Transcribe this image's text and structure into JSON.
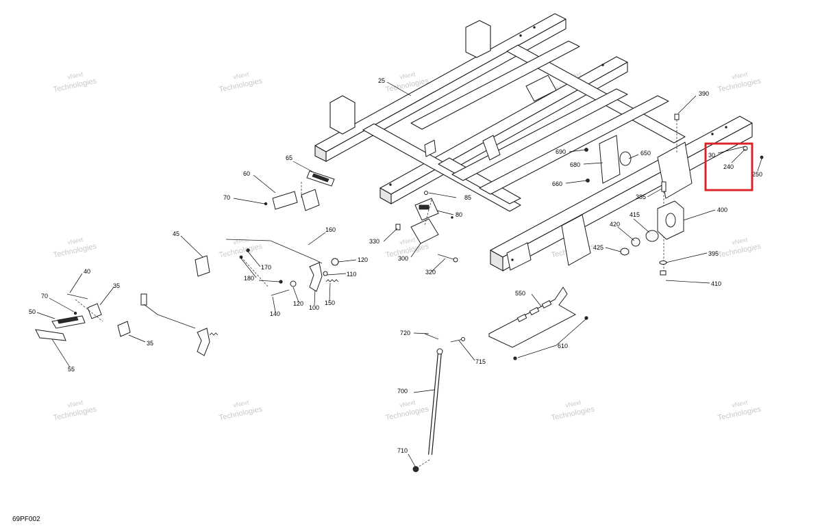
{
  "figure_code": "69PF002",
  "watermark": {
    "line1": "vNext",
    "line2": "Technologies",
    "line_combined": "vNext Technologies"
  },
  "highlight_color": "#d9232a",
  "labels": {
    "p25": "25",
    "p30": "30",
    "p35a": "35",
    "p35b": "35",
    "p40": "40",
    "p45": "45",
    "p50": "50",
    "p55": "55",
    "p60": "60",
    "p65": "65",
    "p70a": "70",
    "p70b": "70",
    "p80": "80",
    "p85": "85",
    "p100": "100",
    "p110": "110",
    "p120a": "120",
    "p120b": "120",
    "p140": "140",
    "p150": "150",
    "p160": "160",
    "p170": "170",
    "p180": "180",
    "p240": "240",
    "p250": "250",
    "p300": "300",
    "p320": "320",
    "p330": "330",
    "p385": "385",
    "p390": "390",
    "p395": "395",
    "p400": "400",
    "p410": "410",
    "p415": "415",
    "p420": "420",
    "p425": "425",
    "p550": "550",
    "p610": "610",
    "p650": "650",
    "p660": "660",
    "p680": "680",
    "p690": "690",
    "p700": "700",
    "p710": "710",
    "p715": "715",
    "p720": "720"
  }
}
